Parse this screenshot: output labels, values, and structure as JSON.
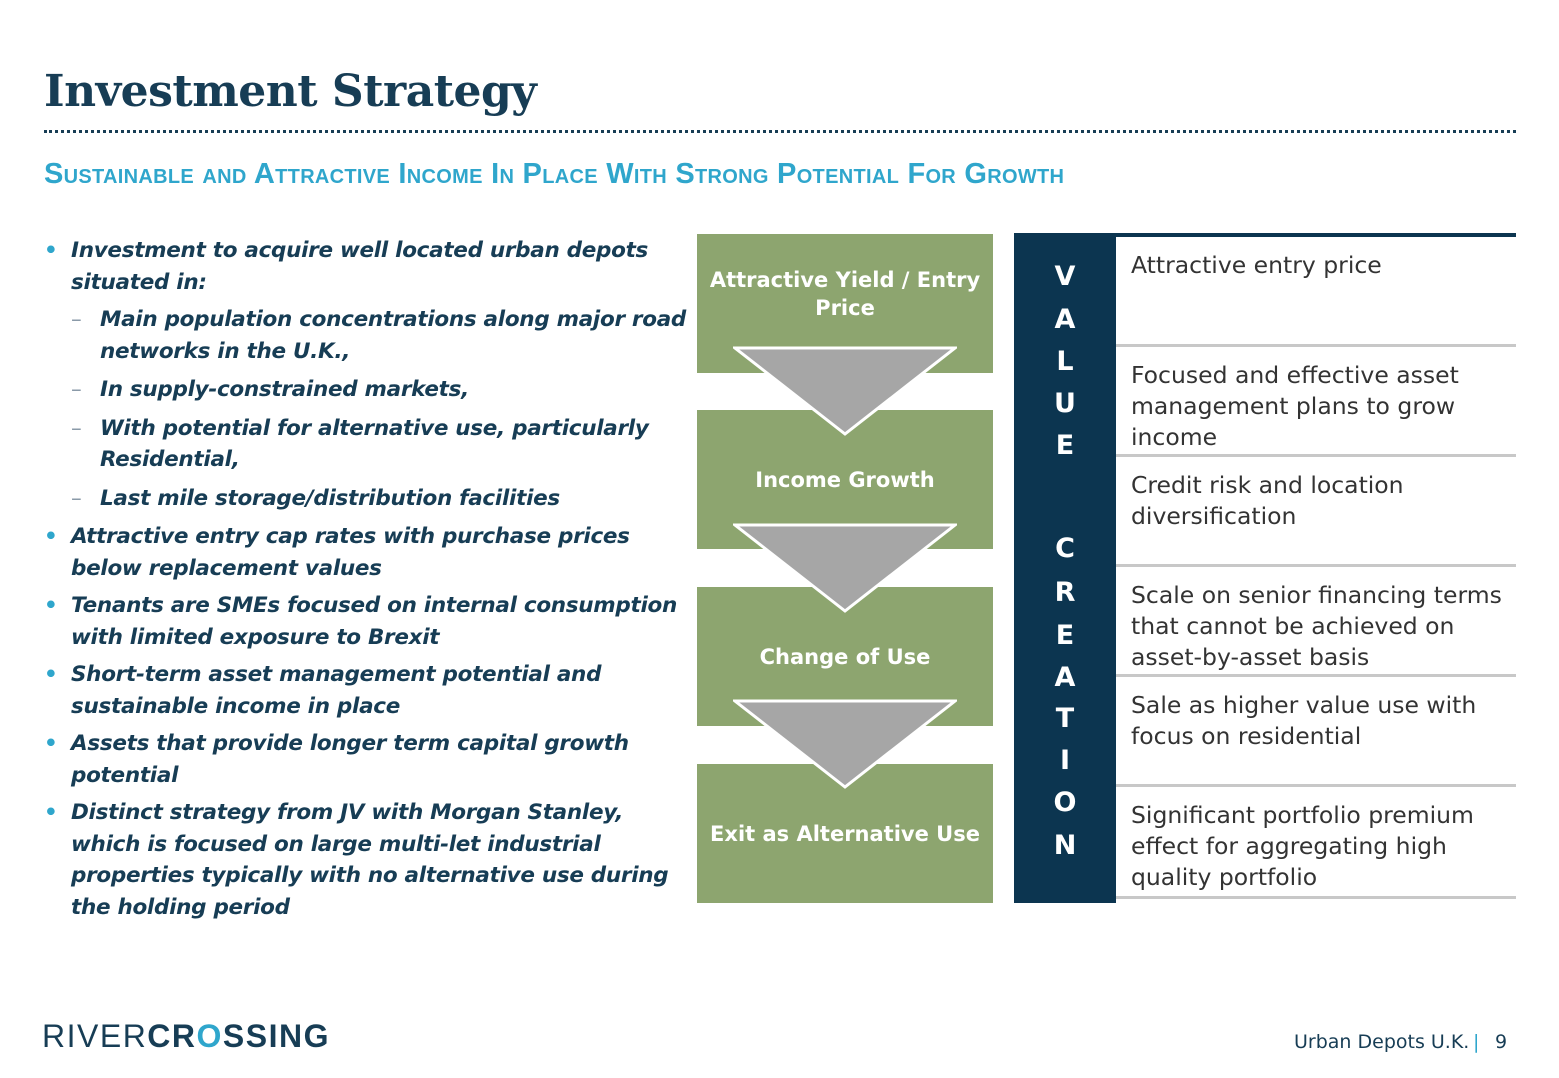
{
  "title": "Investment Strategy",
  "subtitle": "Sustainable and Attractive Income In Place With Strong Potential For Growth",
  "bullets": [
    {
      "text": "Investment to acquire well located urban depots situated in:",
      "sub": [
        "Main population concentrations along major road networks in the U.K.,",
        "In supply-constrained markets,",
        "With potential for alternative use, particularly Residential,",
        "Last mile storage/distribution facilities"
      ]
    },
    {
      "text": "Attractive entry cap rates with purchase prices below replacement values"
    },
    {
      "text": "Tenants are SMEs focused on internal consumption with limited exposure to Brexit"
    },
    {
      "text": "Short-term asset management potential and sustainable income in place"
    },
    {
      "text": "Assets that provide longer term capital growth potential"
    },
    {
      "text": "Distinct strategy from JV with Morgan Stanley, which is focused on large multi-let industrial properties typically with no alternative use during the holding period"
    }
  ],
  "flow": [
    "Attractive Yield / Entry Price",
    "Income Growth",
    "Change of Use",
    "Exit as Alternative Use"
  ],
  "value_creation": {
    "word1": [
      "V",
      "A",
      "L",
      "U",
      "E"
    ],
    "word2": [
      "C",
      "R",
      "E",
      "A",
      "T",
      "I",
      "O",
      "N"
    ],
    "items": [
      "Attractive entry price",
      "Focused and effective asset management plans to grow income",
      "Credit risk and location diversification",
      "Scale on senior financing terms that cannot be achieved on asset-by-asset basis",
      "Sale as higher value use with focus on residential",
      "Significant portfolio premium effect for aggregating high quality portfolio"
    ]
  },
  "footer": {
    "logo_light": "RIVER",
    "logo_bold_1": "CR",
    "logo_bold_o": "O",
    "logo_bold_2": "SSING",
    "doc_name": "Urban Depots U.K.",
    "separator": "|",
    "page_number": "9"
  },
  "colors": {
    "title": "#173d55",
    "accent": "#2fa6cc",
    "flow_box": "#8da56f",
    "flow_arrow": "#a6a6a6",
    "value_bar": "#0c3550"
  }
}
